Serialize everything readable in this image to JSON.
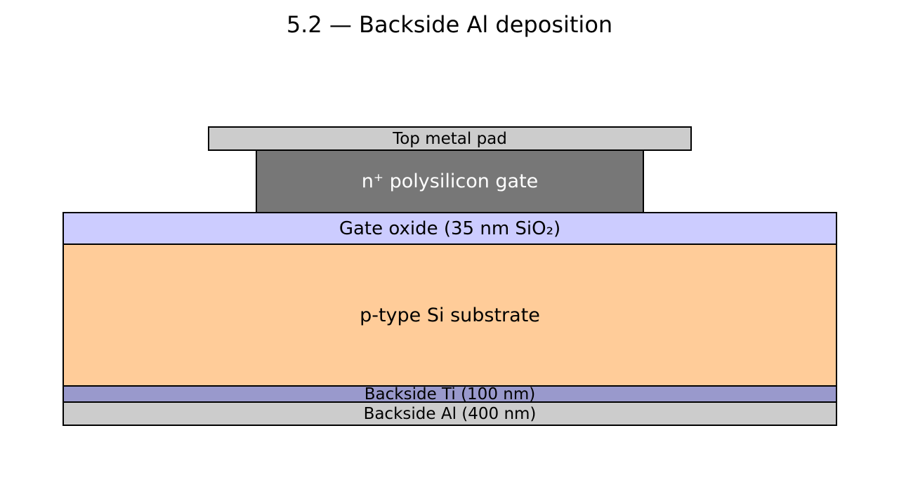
{
  "title": "5.2 — Backside Al deposition",
  "layers": {
    "top_pad": {
      "label": "Top metal pad",
      "fill": "#cccccc",
      "text_color": "#000000"
    },
    "poly_gate": {
      "label": "n⁺ polysilicon gate",
      "fill": "#777777",
      "text_color": "#ffffff"
    },
    "gate_oxide": {
      "label": "Gate oxide (35 nm SiO₂)",
      "fill": "#ccccff",
      "text_color": "#000000"
    },
    "substrate": {
      "label": "p-type Si substrate",
      "fill": "#ffcc99",
      "text_color": "#000000"
    },
    "backside_ti": {
      "label": "Backside Ti (100 nm)",
      "fill": "#9999cc",
      "text_color": "#000000"
    },
    "backside_al": {
      "label": "Backside Al (400 nm)",
      "fill": "#cccccc",
      "text_color": "#000000"
    }
  }
}
